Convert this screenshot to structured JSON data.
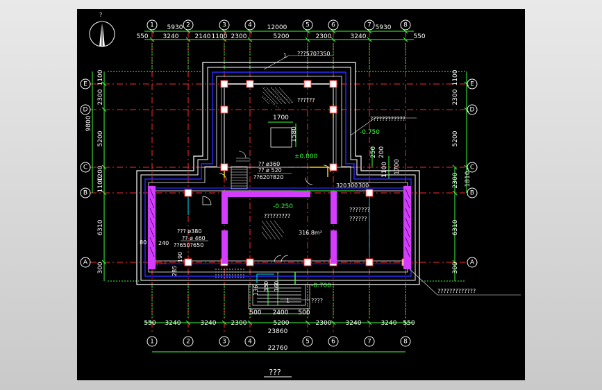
{
  "drawing": {
    "title": "???",
    "north_label": "?",
    "grid_columns": [
      "1",
      "2",
      "3",
      "4",
      "5",
      "6",
      "7",
      "8"
    ],
    "grid_rows_left": [
      "E",
      "D",
      "C",
      "B",
      "A"
    ],
    "grid_rows_right": [
      "E",
      "D",
      "C",
      "B",
      "A"
    ],
    "top_dims": {
      "overall": "12000",
      "left_group": "5930",
      "right_group": "5930",
      "segments": [
        "550",
        "3240",
        "2140",
        "1100",
        "2300",
        "5200",
        "2300",
        "3240",
        "550"
      ]
    },
    "bottom_dims": {
      "segments": [
        "550",
        "3240",
        "3240",
        "2300",
        "5200",
        "2300",
        "3240",
        "3240",
        "550"
      ],
      "overall": "23860",
      "grid_total": "22760",
      "stair_segments": [
        "500",
        "2400",
        "500"
      ]
    },
    "left_dims": {
      "overall": "9800",
      "upper": [
        "1100",
        "2300",
        "5200",
        "1200",
        "1100"
      ],
      "lower": [
        "6310",
        "300"
      ]
    },
    "right_dims": {
      "upper": [
        "1100",
        "2300",
        "5200"
      ],
      "lower_total": "1810",
      "lower": [
        "2300",
        "6310",
        "300"
      ]
    },
    "annotations": {
      "top_callout": "???570?350",
      "top_callout_num": "1",
      "upper_room": "??????",
      "upper_note": "????????????",
      "elev_upper": "-0.750",
      "elev_center": "±0.000",
      "dim_1700": "1700",
      "dim_1580": "1580",
      "dim_250": "250",
      "dim_200": "200",
      "dim_1100": "1100",
      "dim_1700b": "1700",
      "pipe1": "??  ø360",
      "pipe2": "??  ø 520",
      "pipe3": "??620?820",
      "dim_320": "320",
      "dim_300a": "300",
      "dim_300b": "300",
      "elev_main": "-0.250",
      "main_room": "?????????",
      "area": "316.8m²",
      "right_note1": "???????",
      "right_note2": "??????",
      "pipe4": "???  ø380",
      "pipe5": "??  ø 460",
      "pipe6": "??650?650",
      "dim_240": "240",
      "dim_80": "80",
      "dim_190": "190",
      "dim_285": "285",
      "dim_136": "136",
      "dim_350": "350",
      "dim_160": "160",
      "elev_stair": "-0.700",
      "bottom_callout_num": "1",
      "bottom_callout": "????",
      "right_outer_note": "?????????????",
      "red_tag": "???-1"
    }
  },
  "colors": {
    "background": "#000000",
    "grid_axis": "#ff2a2a",
    "dimension": "#3cff3c",
    "wall": "#ffffff",
    "wall_blue": "#2a2aff",
    "column_magenta": "#d43cff",
    "text": "#ffffff",
    "elevation": "#3cff3c"
  }
}
